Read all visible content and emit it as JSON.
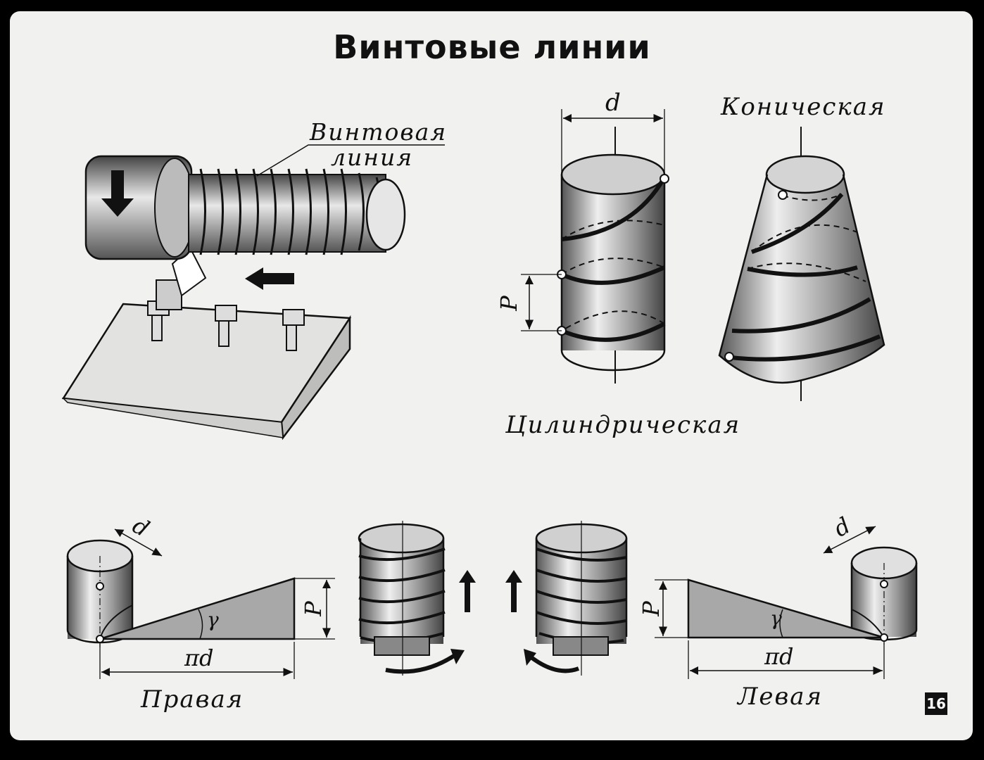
{
  "title": "Винтовые линии",
  "labels": {
    "screw_helix_line1": "Винтовая",
    "screw_helix_line2": "линия",
    "conical": "Коническая",
    "cylindrical": "Цилиндрическая",
    "right": "Правая",
    "left": "Левая",
    "diameter_top": "d",
    "pitch_cyl": "P",
    "diameter_right": "d",
    "pitch_right": "P",
    "angle_right": "γ",
    "pid_right": "πd",
    "diameter_left": "d",
    "pitch_left": "P",
    "angle_left": "γ",
    "pid_left": "πd"
  },
  "page_number": "16",
  "colors": {
    "ink": "#111111",
    "paper": "#f1f1ef",
    "shade": "#9a9a9a"
  }
}
